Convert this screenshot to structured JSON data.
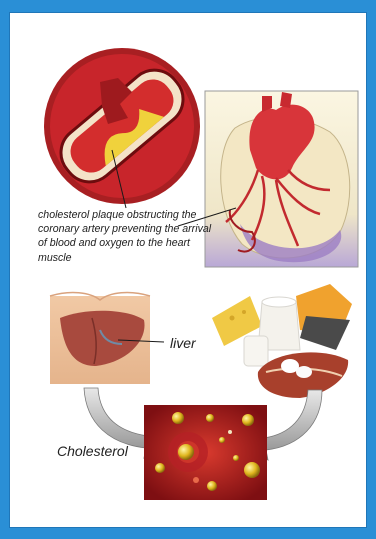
{
  "caption": "cholesterol plaque obstructing the coronary artery preventing the arrival of blood and oxygen to the heart muscle",
  "liver_label": "liver",
  "cholesterol_label": "Cholesterol",
  "colors": {
    "border": "#2a8fd6",
    "artery_red": "#c8252b",
    "plaque_yellow": "#f0d23c",
    "heart_red": "#d8353a",
    "liver_brown": "#a84a3e",
    "cholesterol_background": "#8f1418"
  }
}
